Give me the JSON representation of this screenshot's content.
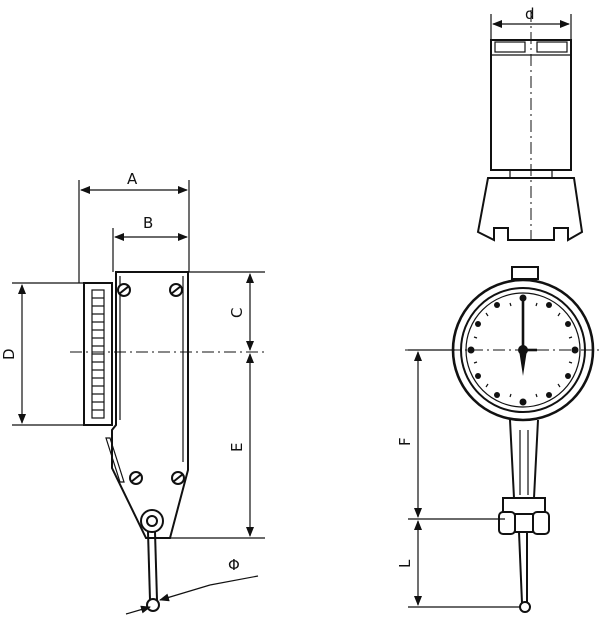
{
  "labels": {
    "A": "A",
    "B": "B",
    "C": "C",
    "D": "D",
    "E": "E",
    "F": "F",
    "L": "L",
    "d": "d",
    "phi": "Φ"
  }
}
